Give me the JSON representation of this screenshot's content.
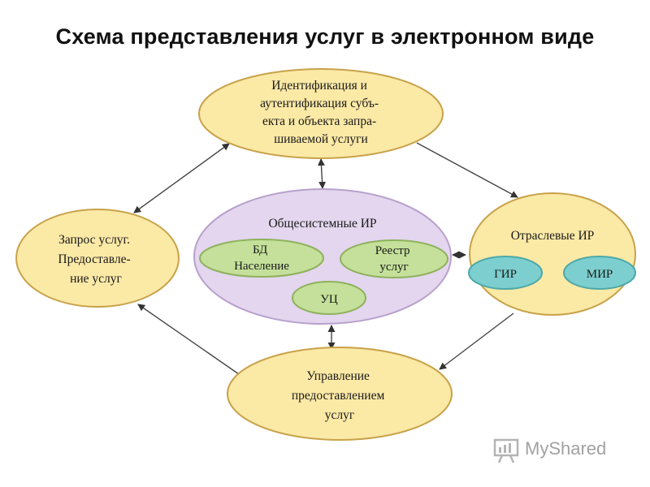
{
  "title": "Схема представления услуг в электронном виде",
  "nodes": {
    "ident": [
      "Идентификация и",
      "аутентификация субъ-",
      "екта и объекта запра-",
      "шиваемой услуги"
    ],
    "request": [
      "Запрос услуг.",
      "Предоставле-",
      "ние услуг"
    ],
    "common": "Общесистемные ИР",
    "db": [
      "БД",
      "Население"
    ],
    "registry": [
      "Реестр",
      "услуг"
    ],
    "uc": "УЦ",
    "sector": "Отраслевые ИР",
    "gir": "ГИР",
    "mir": "МИР",
    "manage": [
      "Управление",
      "предоставлением",
      "услуг"
    ]
  },
  "colors": {
    "yellow_fill": "#fbe9a6",
    "yellow_stroke": "#c8a24a",
    "purple_fill": "#e3d6ee",
    "purple_stroke": "#b8a0cc",
    "green_fill": "#c4e09a",
    "green_stroke": "#8fb15c",
    "teal_fill": "#7dcfcf",
    "teal_stroke": "#4ca8a8"
  },
  "watermark": "MyShared"
}
